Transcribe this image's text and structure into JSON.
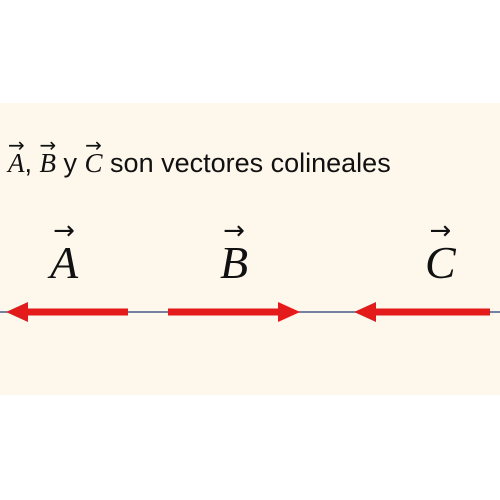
{
  "caption": {
    "vec_a": "A",
    "sep1": ", ",
    "vec_b": "B",
    "conj": " y ",
    "vec_c": "C",
    "rest": " son vectores colineales"
  },
  "vectors": [
    {
      "label": "A",
      "direction": "left"
    },
    {
      "label": "B",
      "direction": "right"
    },
    {
      "label": "C",
      "direction": "left"
    }
  ],
  "colors": {
    "vector": "#e31b1b",
    "line": "#4a5a8a",
    "background": "#fdf7ec",
    "text": "#111111"
  }
}
